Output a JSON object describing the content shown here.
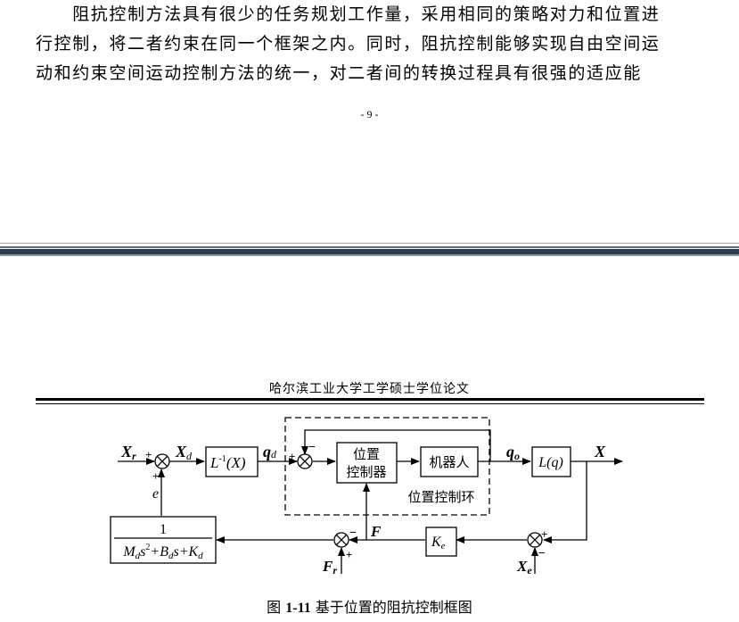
{
  "paragraph": {
    "line1": "　　阻抗控制方法具有很少的任务规划工作量，采用相同的策略对力和位置进",
    "line2": "行控制，将二者约束在同一个框架之内。同时，阻抗控制能够实现自由空间运",
    "line3": "动和约束空间运动控制方法的统一，对二者间的转换过程具有很强的适应能"
  },
  "page_number": "- 9 -",
  "header": {
    "title": "哈尔滨工业大学工学硕士学位论文"
  },
  "diagram": {
    "input_xr": "X",
    "input_xr_sub": "r",
    "signal_xd": "X",
    "signal_xd_sub": "d",
    "inverse_kin_block": "L",
    "inverse_kin_sup": "-1",
    "inverse_kin_arg": "(X)",
    "signal_qd": "q",
    "signal_qd_sub": "d",
    "position_controller_l1": "位置",
    "position_controller_l2": "控制器",
    "robot_block": "机器人",
    "loop_label": "位置控制环",
    "signal_qo": "q",
    "signal_qo_sub": "o",
    "forward_kin_block": "L(q)",
    "output_x": "X",
    "feedback_e": "e",
    "impedance_num": "1",
    "impedance_den": "M",
    "impedance_den_a": "d",
    "impedance_den_b": "s",
    "impedance_den_c": "2",
    "impedance_den_d": "+B",
    "impedance_den_e": "d",
    "impedance_den_f": "s+K",
    "impedance_den_g": "d",
    "force_f": "F",
    "force_fr": "F",
    "force_fr_sub": "r",
    "stiffness_block": "K",
    "stiffness_sub": "e",
    "env_xe": "X",
    "env_xe_sub": "e",
    "sign_plus": "+",
    "sign_minus": "−"
  },
  "caption": {
    "label": "图 ",
    "number": "1-11",
    "text": "  基于位置的阻抗控制框图"
  }
}
